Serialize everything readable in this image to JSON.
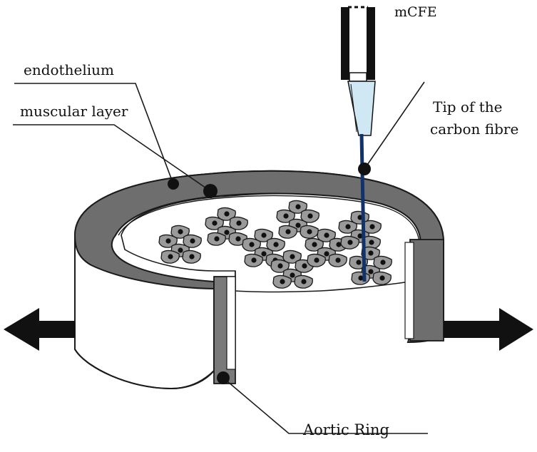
{
  "labels": {
    "endothelium": "endothelium",
    "muscular_layer": "muscular layer",
    "mcfe": "mCFE",
    "tip_line1": "Tip of the",
    "tip_line2": "carbon fibre",
    "aortic_ring": "Aortic Ring"
  },
  "colors": {
    "outline": "#1a1a1a",
    "muscle": "#6e6e6e",
    "inner_wall": "#ffffff",
    "carbon_fibre": "#12326b",
    "electrode_glass": "#cfe8f4",
    "cells": "#8a8a8a"
  },
  "cell_cluster_count": 9
}
